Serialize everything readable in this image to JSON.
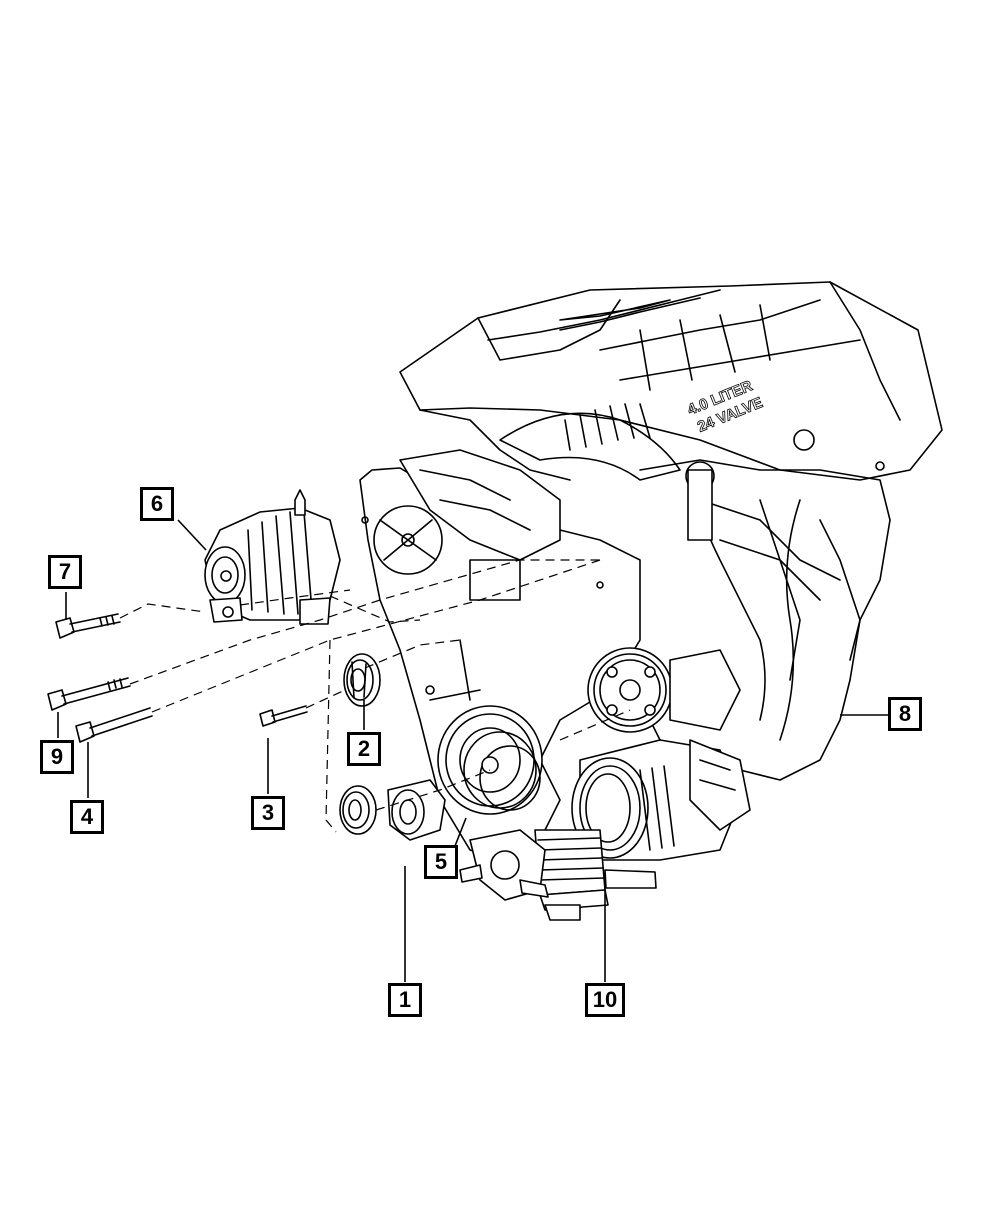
{
  "diagram": {
    "engine_cover_text": {
      "line1": "4.0 LITER",
      "line2": "24 VALVE"
    },
    "callouts": [
      {
        "id": "1",
        "label": "1"
      },
      {
        "id": "2",
        "label": "2"
      },
      {
        "id": "3",
        "label": "3"
      },
      {
        "id": "4",
        "label": "4"
      },
      {
        "id": "5",
        "label": "5"
      },
      {
        "id": "6",
        "label": "6"
      },
      {
        "id": "7",
        "label": "7"
      },
      {
        "id": "8",
        "label": "8"
      },
      {
        "id": "9",
        "label": "9"
      },
      {
        "id": "10",
        "label": "10"
      }
    ]
  },
  "colors": {
    "line": "#000000",
    "background": "#ffffff"
  }
}
